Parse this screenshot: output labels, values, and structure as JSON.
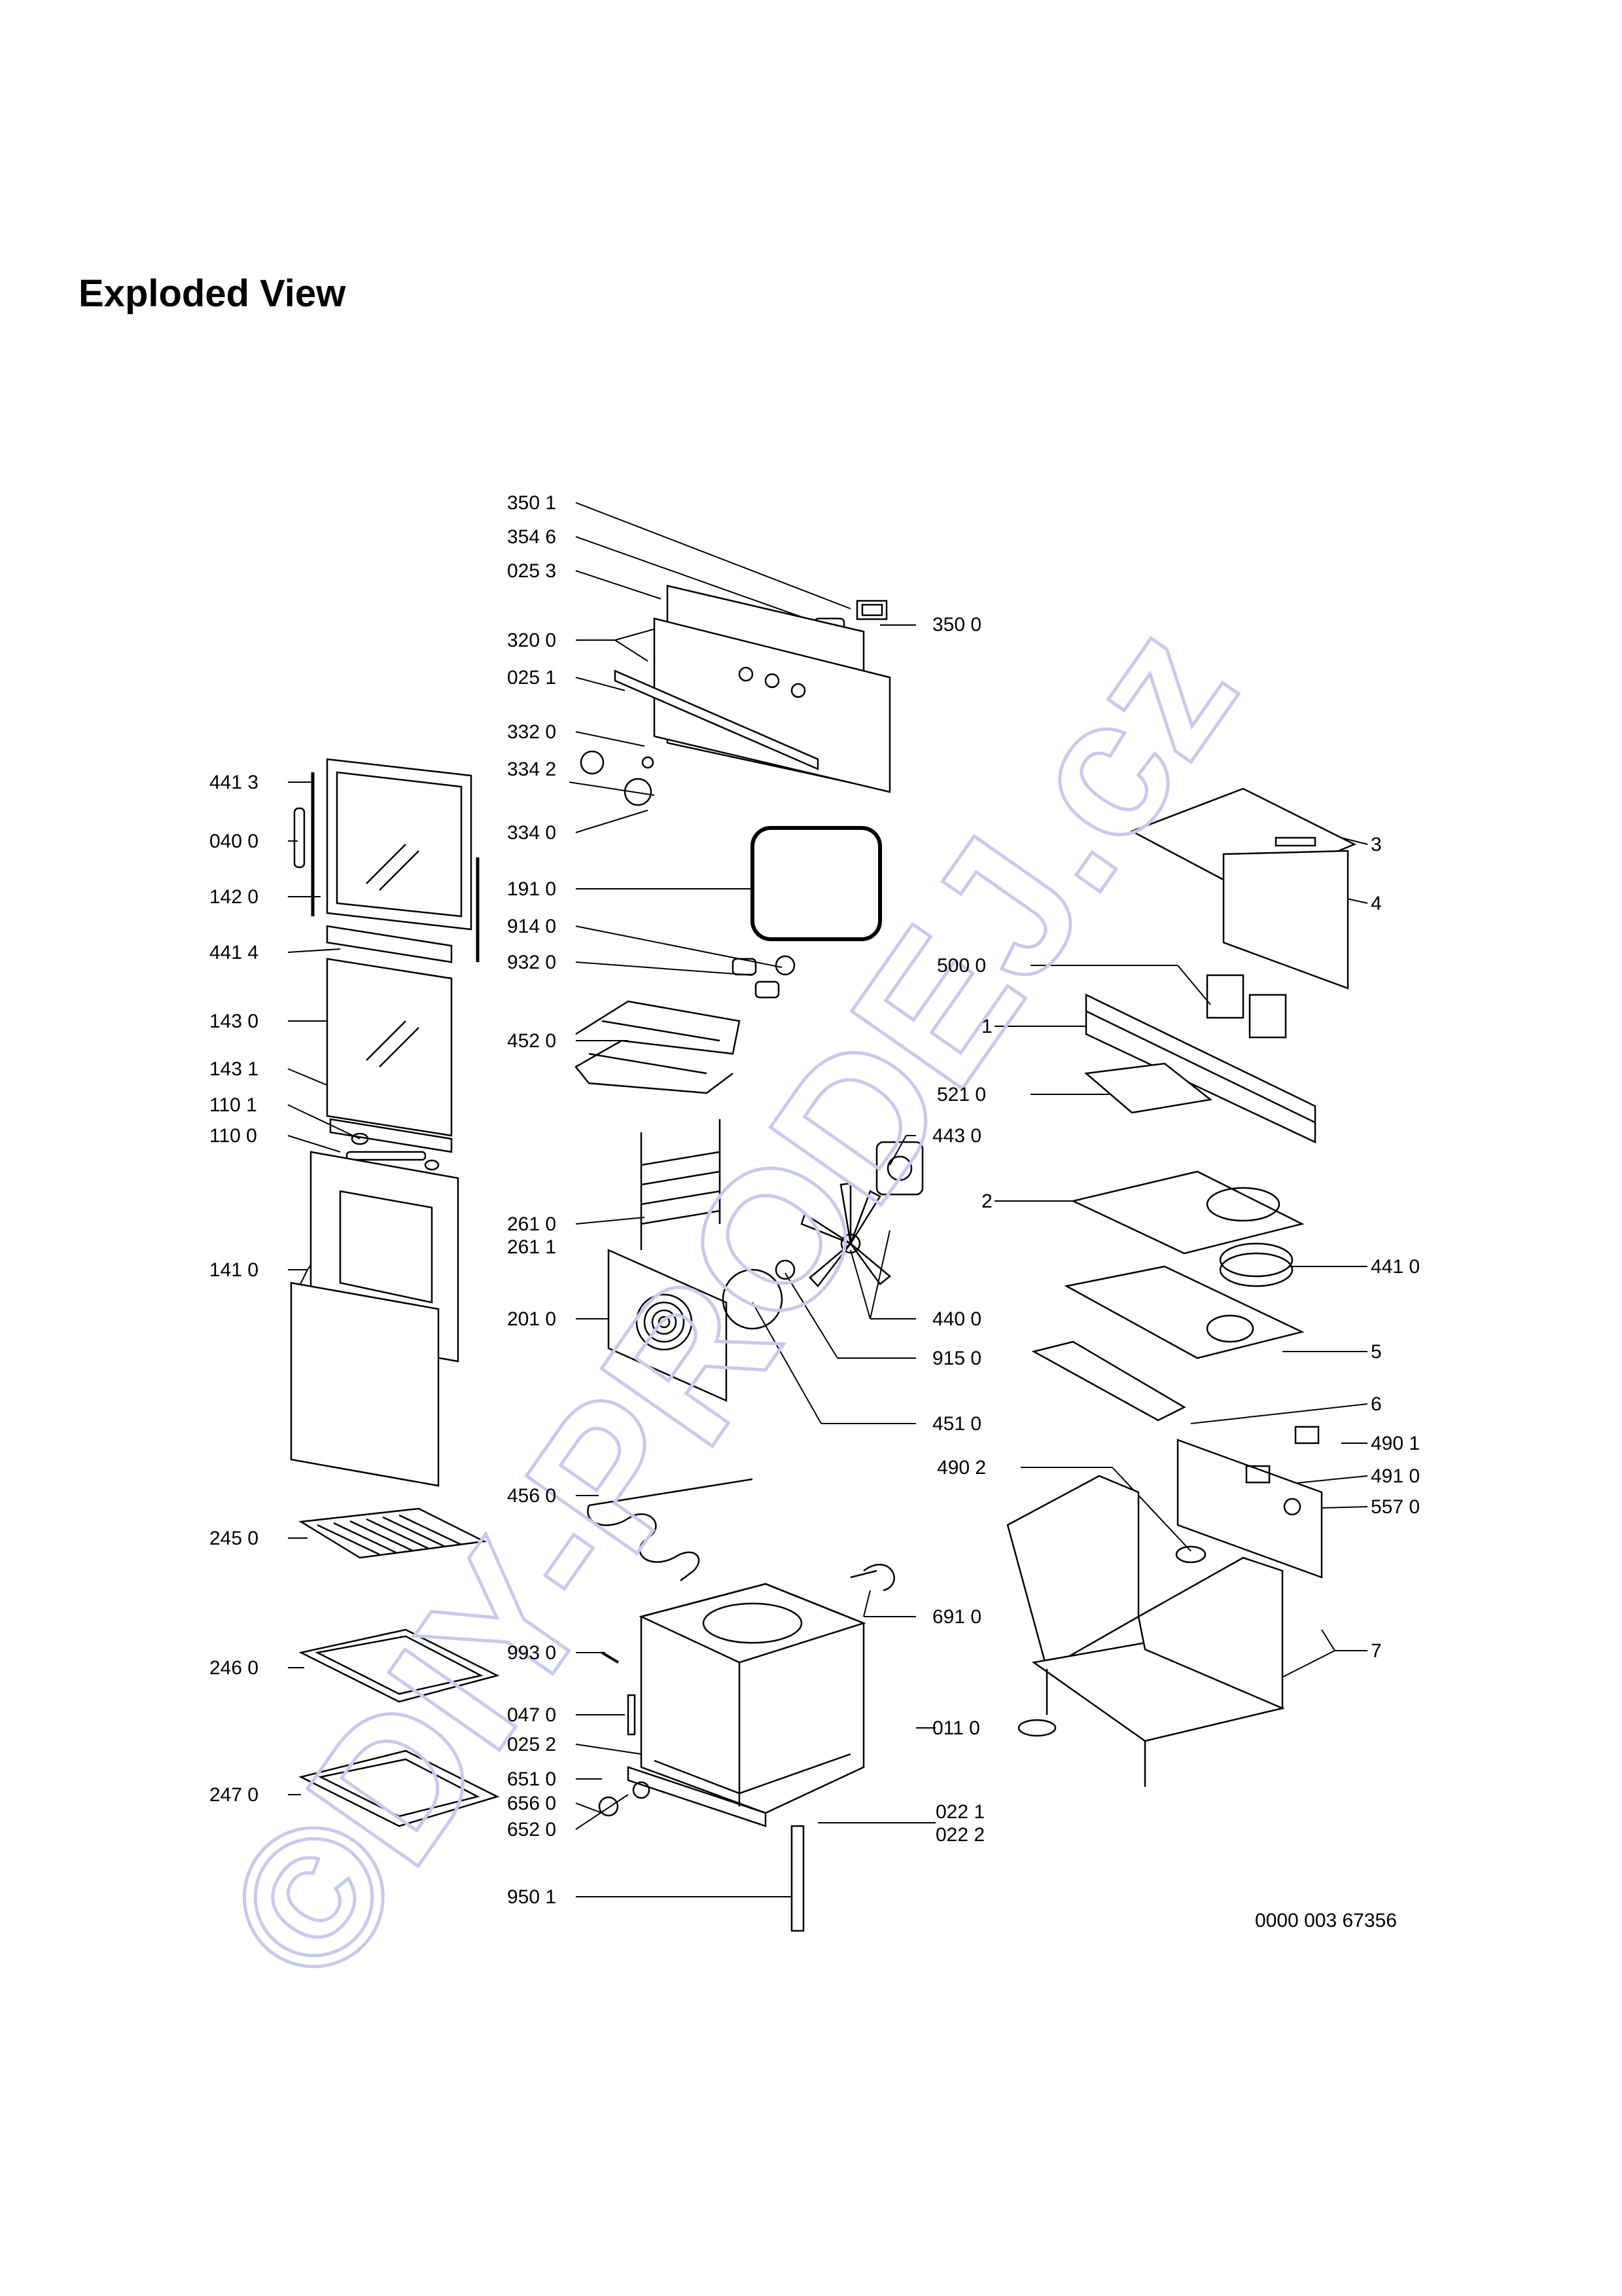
{
  "heading": "Exploded View",
  "doc_number": "0000 003 67356",
  "watermark": "©DIY-PRODEJ.cz",
  "colors": {
    "line": "#000000",
    "watermark": "#c8c8f0"
  },
  "labels": {
    "l3501": "350 1",
    "l3546": "354 6",
    "l0253": "025 3",
    "l3500": "350 0",
    "l3200": "320 0",
    "l0251": "025 1",
    "l3320": "332 0",
    "l3342": "334 2",
    "l3340": "334 0",
    "l1910": "191 0",
    "l9140": "914 0",
    "l9320": "932 0",
    "l4520": "452 0",
    "l4413": "441 3",
    "l0400": "040 0",
    "l1420": "142 0",
    "l4414": "441 4",
    "l1430": "143 0",
    "l1431": "143 1",
    "l1101": "110 1",
    "l1100": "110 0",
    "l1410": "141 0",
    "l2610": "261 0",
    "l2611": "261 1",
    "l2010": "201 0",
    "l4430": "443 0",
    "l4400": "440 0",
    "l9150": "915 0",
    "l4510": "451 0",
    "l4560": "456 0",
    "l2450": "245 0",
    "l2460": "246 0",
    "l2470": "247 0",
    "l9930": "993 0",
    "l0470": "047 0",
    "l0252": "025 2",
    "l6510": "651 0",
    "l6560": "656 0",
    "l6520": "652 0",
    "l9501": "950 1",
    "l0221": "022 1",
    "l0222": "022 2",
    "l6910": "691 0",
    "l0110": "011 0",
    "l3": "3",
    "l4": "4",
    "l5000": "500 0",
    "l1": "1",
    "l5210": "521 0",
    "l2": "2",
    "l4410": "441 0",
    "l5": "5",
    "l6": "6",
    "l4901": "490 1",
    "l4902": "490 2",
    "l4910": "491 0",
    "l5570": "557 0",
    "l7": "7"
  }
}
